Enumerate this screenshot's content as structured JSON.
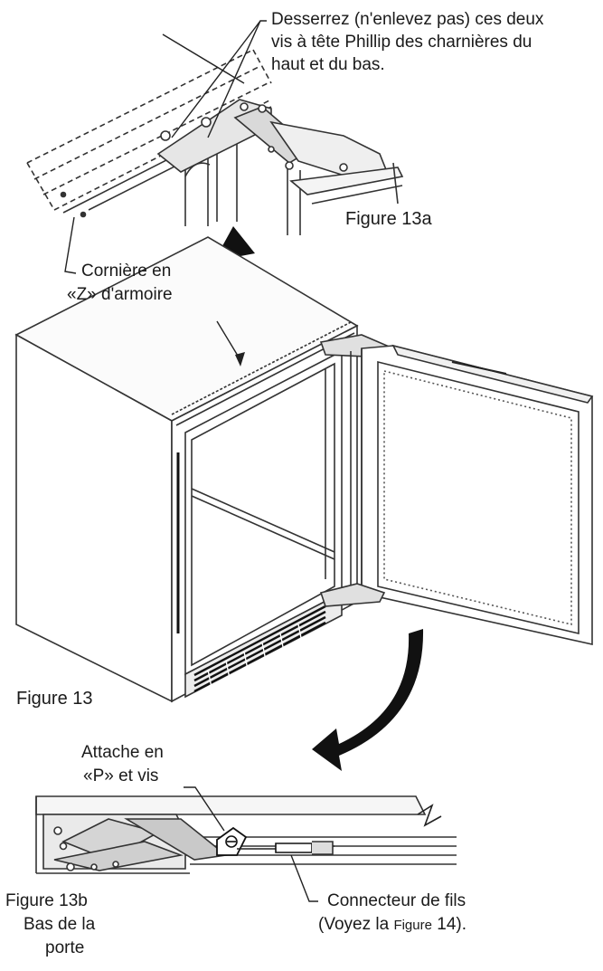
{
  "callouts": {
    "screws_line1": "Desserrez (n'enlevez pas) ces deux",
    "screws_line2": "vis à tête Phillip des charnières du",
    "screws_line3": "haut et du bas.",
    "z_line1": "Cornière en",
    "z_line2": "«Z» d'armoire",
    "clip_line1": "Attache en",
    "clip_line2": "«P» et vis",
    "bottom_line1": "Bas de la",
    "bottom_line2": "porte",
    "wire_line1": "Connecteur de fils",
    "wire_line2_prefix": "(Voyez la ",
    "wire_line2_ref": "Figure",
    "wire_line2_suffix": " 14)."
  },
  "figures": {
    "fig13a": "Figure 13a",
    "fig13": "Figure 13",
    "fig13b": "Figure 13b"
  },
  "colors": {
    "ink": "#1a1a1a",
    "line": "#333333",
    "shade": "#d9d9d9",
    "arrow": "#111111"
  }
}
